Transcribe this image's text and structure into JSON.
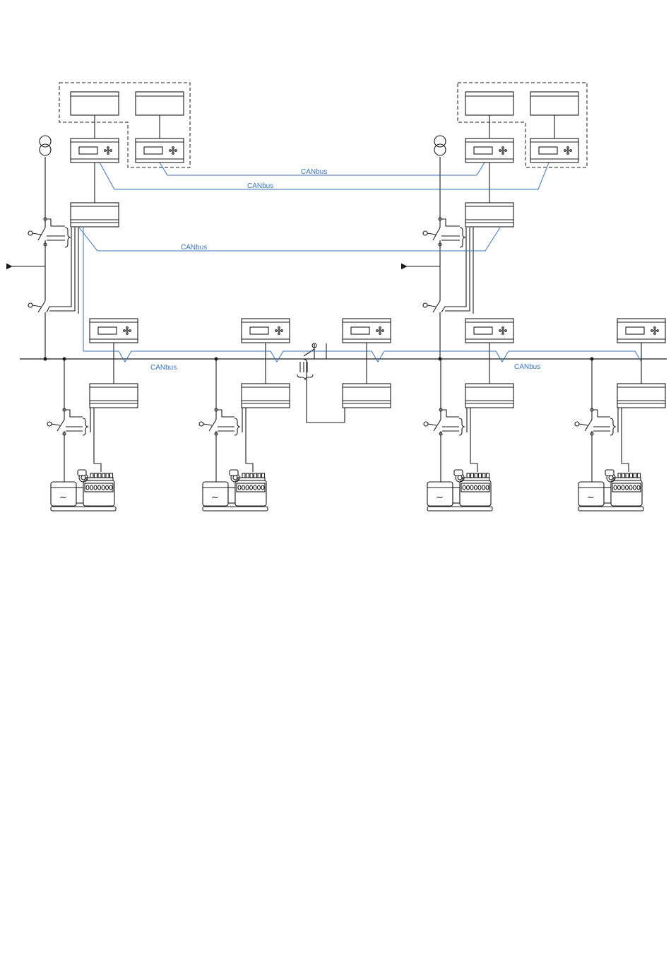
{
  "diagram": {
    "canbus_label": "CANbus",
    "canbus_label_count": 5,
    "colors": {
      "line": "#1a1a1a",
      "canbus": "#3a72b8",
      "background": "#ffffff"
    },
    "components": {
      "mains_sections": 2,
      "genset_sections": 4,
      "bus_tie_breakers": 1,
      "icons": [
        "transformer-icon",
        "circuit-breaker-icon",
        "genset-icon",
        "controller-display-icon",
        "arrow-left-icon"
      ]
    }
  }
}
